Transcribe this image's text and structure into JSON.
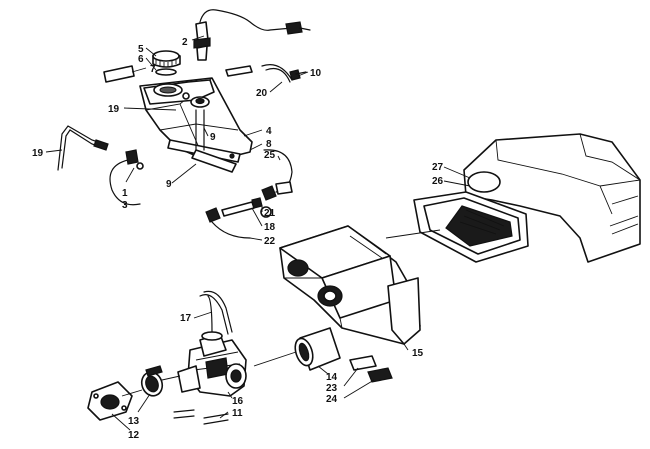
{
  "diagram": {
    "parts": [
      {
        "key": "p1",
        "number": "1"
      },
      {
        "key": "p2",
        "number": "2"
      },
      {
        "key": "p3",
        "number": "3"
      },
      {
        "key": "p4",
        "number": "4"
      },
      {
        "key": "p5",
        "number": "5"
      },
      {
        "key": "p6",
        "number": "6"
      },
      {
        "key": "p7",
        "number": "7"
      },
      {
        "key": "p8",
        "number": "8"
      },
      {
        "key": "p9a",
        "number": "9"
      },
      {
        "key": "p9b",
        "number": "9"
      },
      {
        "key": "p10",
        "number": "10"
      },
      {
        "key": "p11",
        "number": "11"
      },
      {
        "key": "p12",
        "number": "12"
      },
      {
        "key": "p13",
        "number": "13"
      },
      {
        "key": "p14",
        "number": "14"
      },
      {
        "key": "p15",
        "number": "15"
      },
      {
        "key": "p16",
        "number": "16"
      },
      {
        "key": "p17",
        "number": "17"
      },
      {
        "key": "p18",
        "number": "18"
      },
      {
        "key": "p19a",
        "number": "19"
      },
      {
        "key": "p19b",
        "number": "19"
      },
      {
        "key": "p20",
        "number": "20"
      },
      {
        "key": "p21",
        "number": "21"
      },
      {
        "key": "p22",
        "number": "22"
      },
      {
        "key": "p23",
        "number": "23"
      },
      {
        "key": "p24",
        "number": "24"
      },
      {
        "key": "p25",
        "number": "25"
      },
      {
        "key": "p26",
        "number": "26"
      },
      {
        "key": "p27",
        "number": "27"
      }
    ]
  }
}
